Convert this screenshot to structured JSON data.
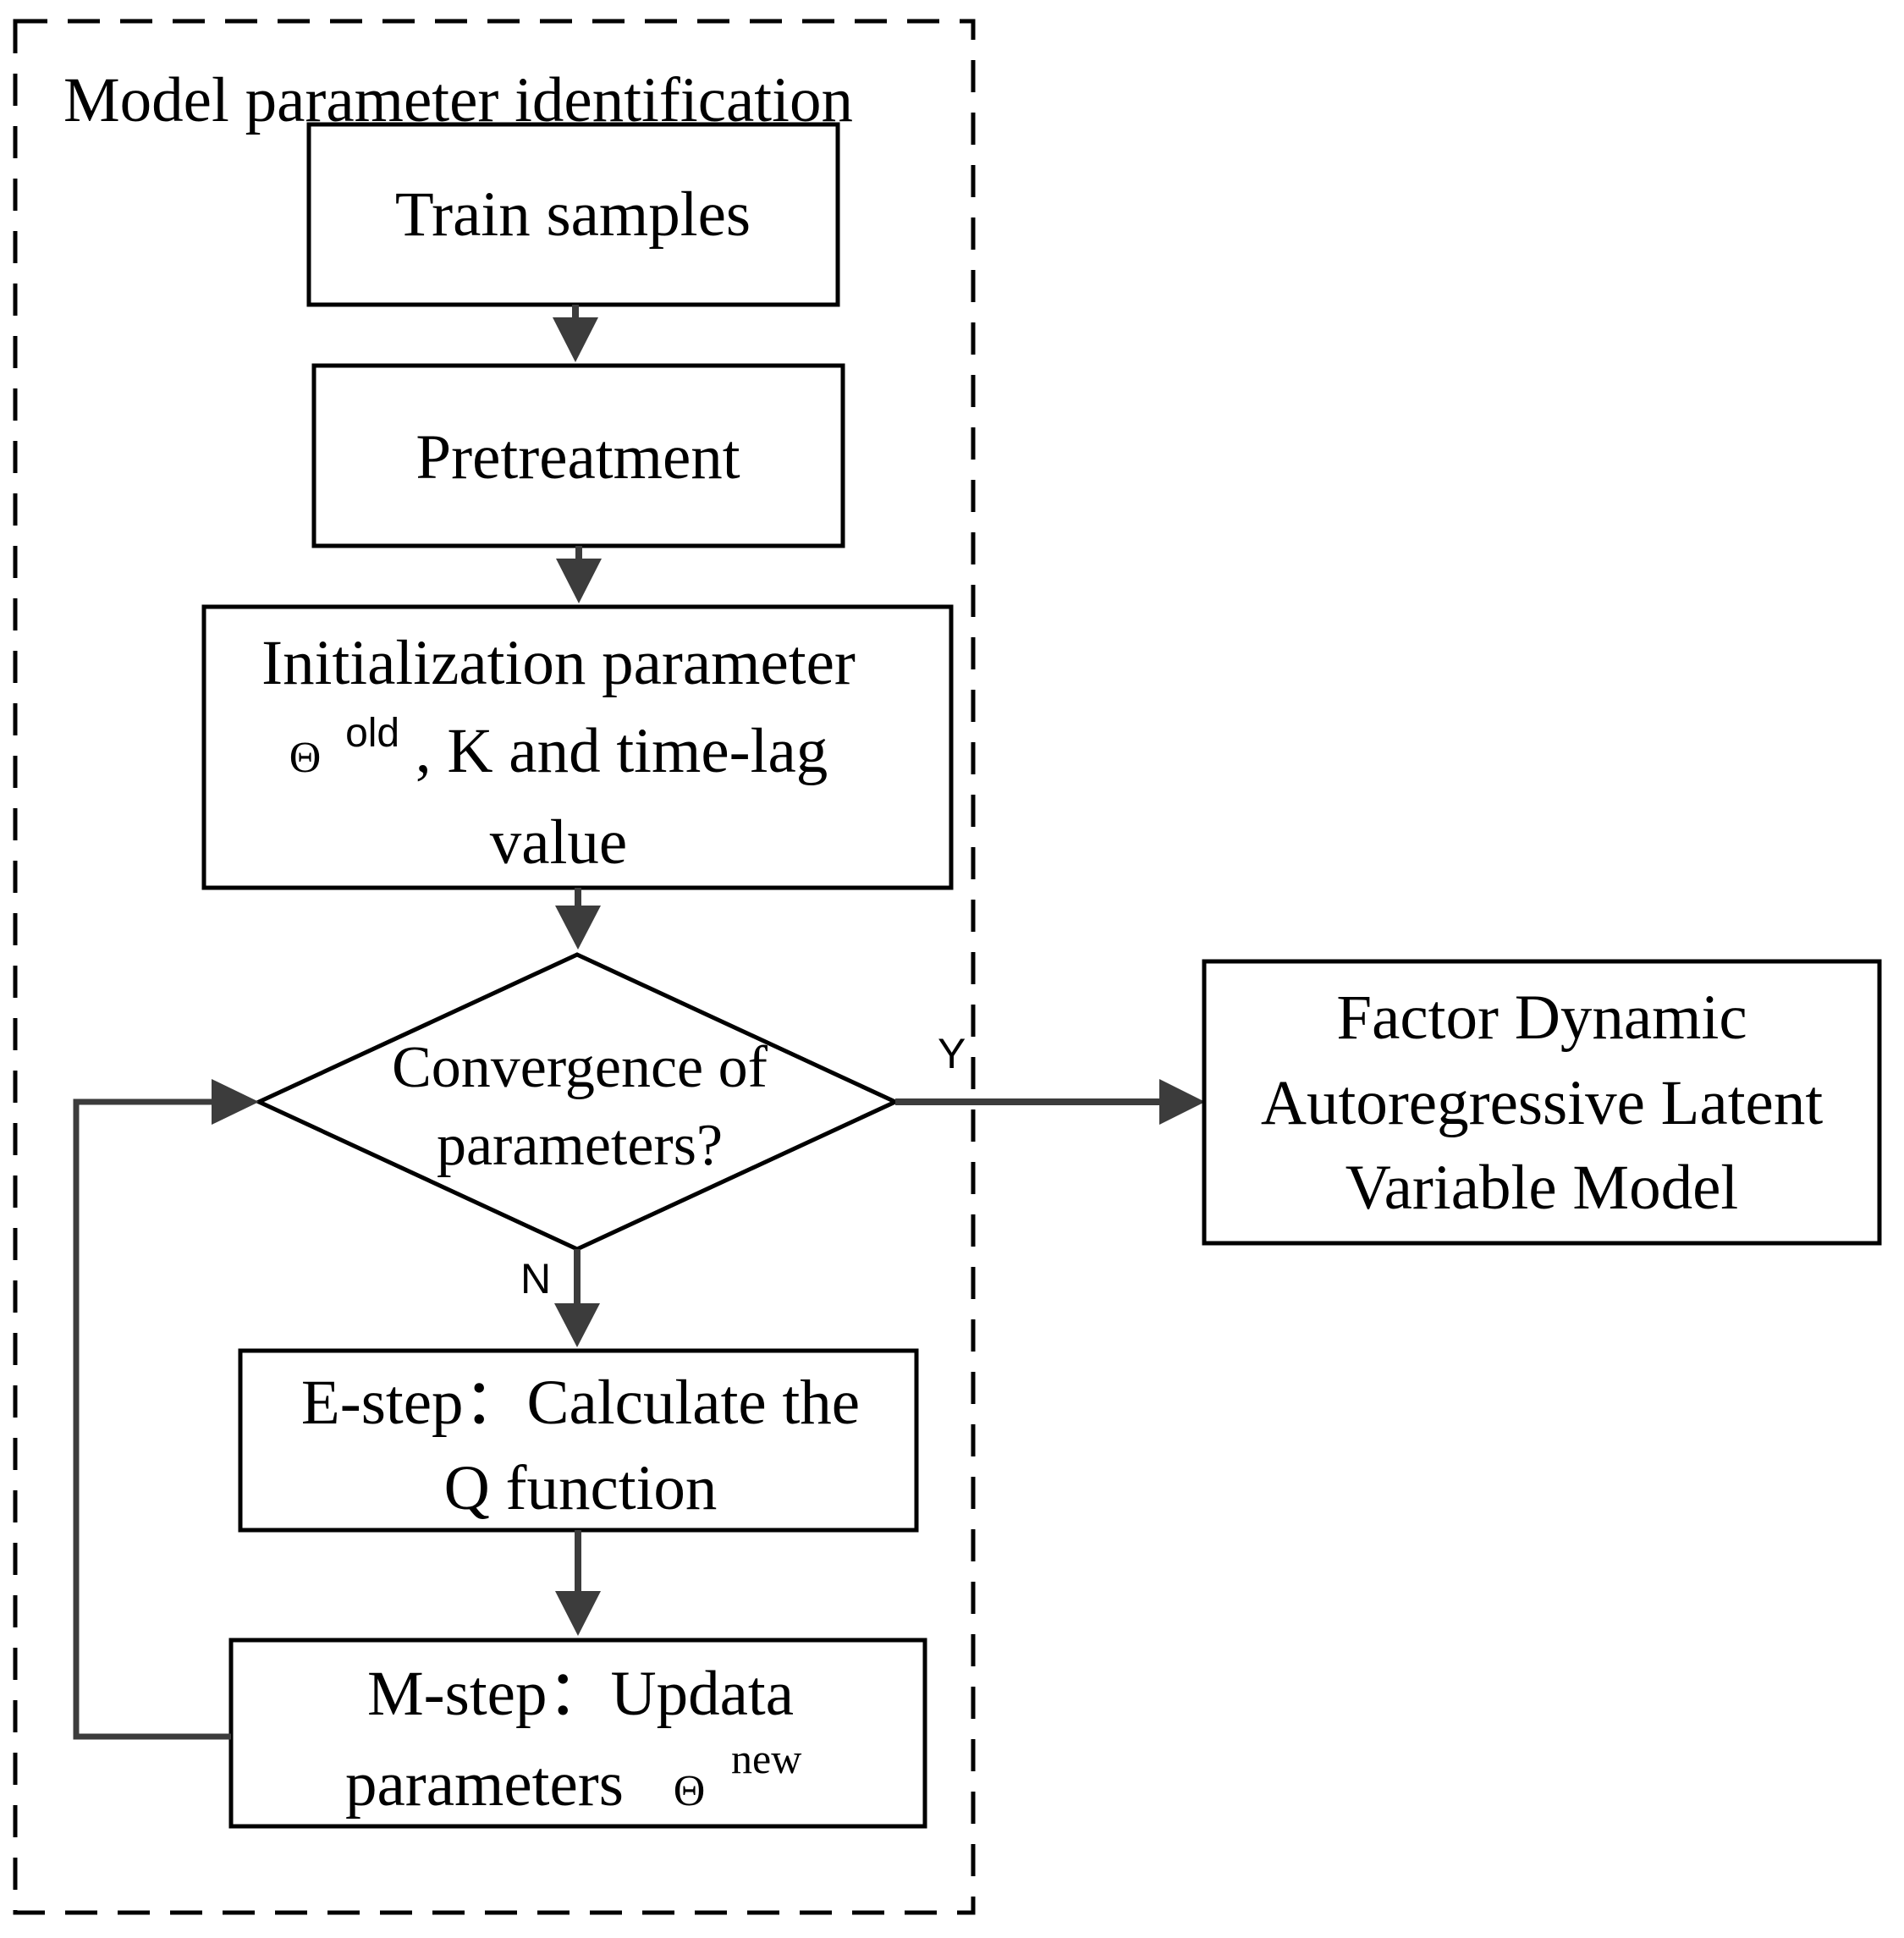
{
  "colors": {
    "line": "#3c3c3c",
    "box": "#000000",
    "text": "#000000",
    "background": "#ffffff"
  },
  "group": {
    "title": "Model parameter identification"
  },
  "nodes": {
    "train": {
      "label": "Train samples"
    },
    "pre": {
      "label": "Pretreatment"
    },
    "init": {
      "line1": "Initialization parameter",
      "theta": "Θ",
      "theta_sup": "old",
      "line2_rest": ", K and time-lag",
      "line3": "value"
    },
    "decision": {
      "line1": "Convergence of",
      "line2": "parameters?"
    },
    "estep": {
      "line1": "E-step：Calculate the",
      "line2": "Q function"
    },
    "mstep": {
      "line1": "M-step：Updata",
      "line2": "parameters",
      "theta": "Θ",
      "theta_sup": "new"
    },
    "output": {
      "line1": "Factor Dynamic",
      "line2": "Autoregressive Latent",
      "line3": "Variable Model"
    }
  },
  "edge_labels": {
    "yes": "Y",
    "no": "N"
  }
}
